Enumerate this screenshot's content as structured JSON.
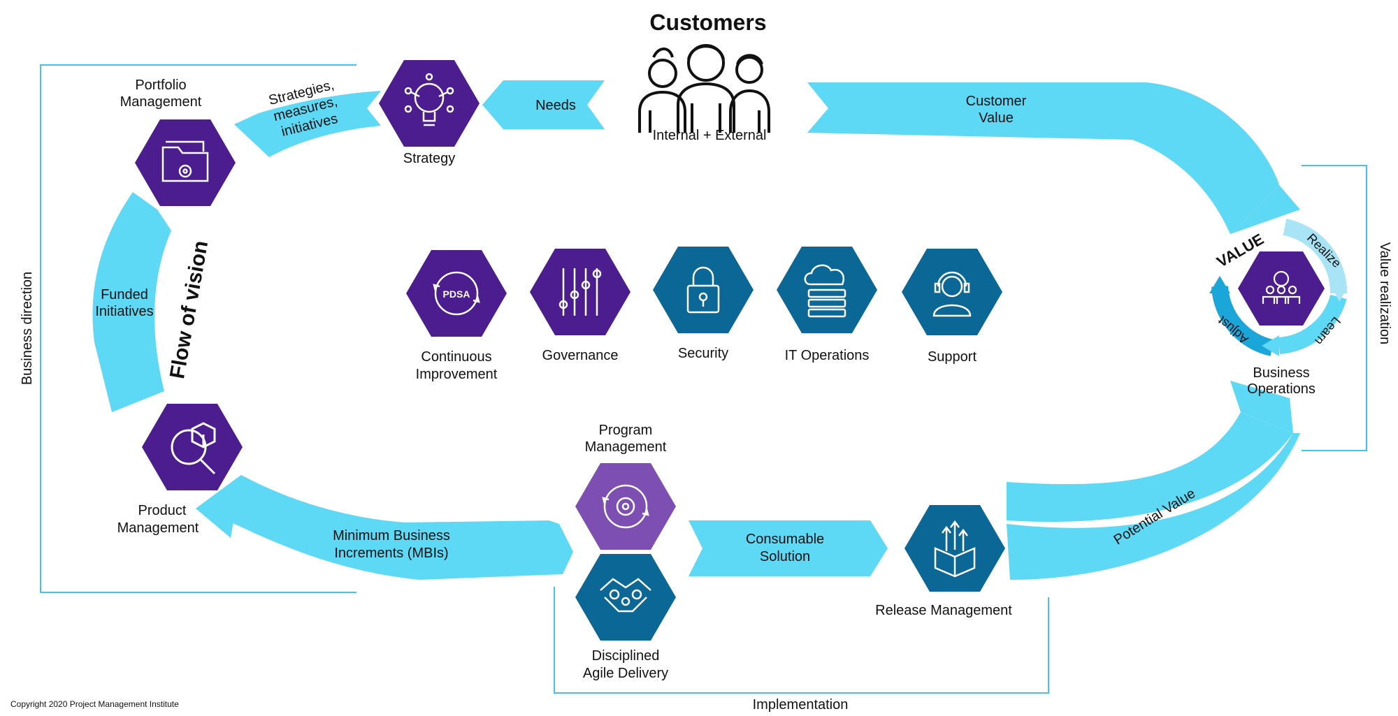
{
  "customers": {
    "title": "Customers",
    "subtitle": "Internal + External"
  },
  "nodes": {
    "strategy": "Strategy",
    "portfolio_line1": "Portfolio",
    "portfolio_line2": "Management",
    "product_line1": "Product",
    "product_line2": "Management",
    "program_line1": "Program",
    "program_line2": "Management",
    "dad_line1": "Disciplined",
    "dad_line2": "Agile Delivery",
    "release": "Release Management",
    "bizops_line1": "Business",
    "bizops_line2": "Operations"
  },
  "center_nodes": {
    "ci_line1": "Continuous",
    "ci_line2": "Improvement",
    "ci_icon_text": "PDSA",
    "governance": "Governance",
    "security": "Security",
    "it_operations": "IT Operations",
    "support": "Support"
  },
  "arrows": {
    "needs": "Needs",
    "customer_value_line1": "Customer",
    "customer_value_line2": "Value",
    "strategies_line1": "Strategies,",
    "strategies_line2": "measures,",
    "strategies_line3": "initiatives",
    "funded_line1": "Funded",
    "funded_line2": "Initiatives",
    "mbi_line1": "Minimum Business",
    "mbi_line2": "Increments (MBIs)",
    "consumable_line1": "Consumable",
    "consumable_line2": "Solution",
    "potential_value": "Potential Value"
  },
  "cycle": {
    "value": "VALUE",
    "realize": "Realize",
    "learn": "Learn",
    "adjust": "Adjust"
  },
  "flow_of_vision": "Flow of vision",
  "brackets": {
    "business_direction": "Business direction",
    "value_realization": "Value realization",
    "implementation": "Implementation"
  },
  "copyright": "Copyright 2020 Project Management Institute",
  "colors": {
    "arrow_light_blue": "#5dd8f5",
    "purple": "#4b1d8f",
    "light_purple": "#7e4fb3",
    "teal_blue": "#0b6796",
    "bracket_blue": "#43c4ea",
    "value_blue": "#1a5e9a"
  }
}
